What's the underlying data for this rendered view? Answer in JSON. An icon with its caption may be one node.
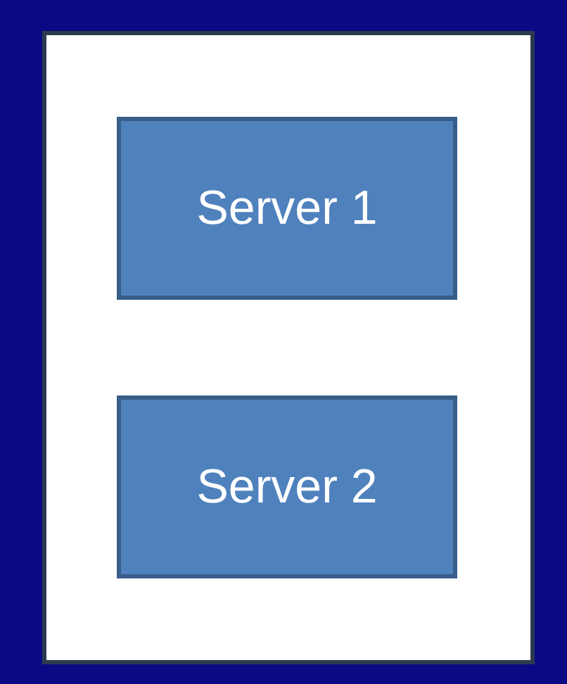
{
  "diagram": {
    "nodes": [
      {
        "text": [],
        "shape": "box"
      },
      {
        "text": [
          "Server 1"
        ],
        "in": 0
      },
      {
        "text": [
          "Server 2"
        ],
        "in": 0
      }
    ]
  }
}
